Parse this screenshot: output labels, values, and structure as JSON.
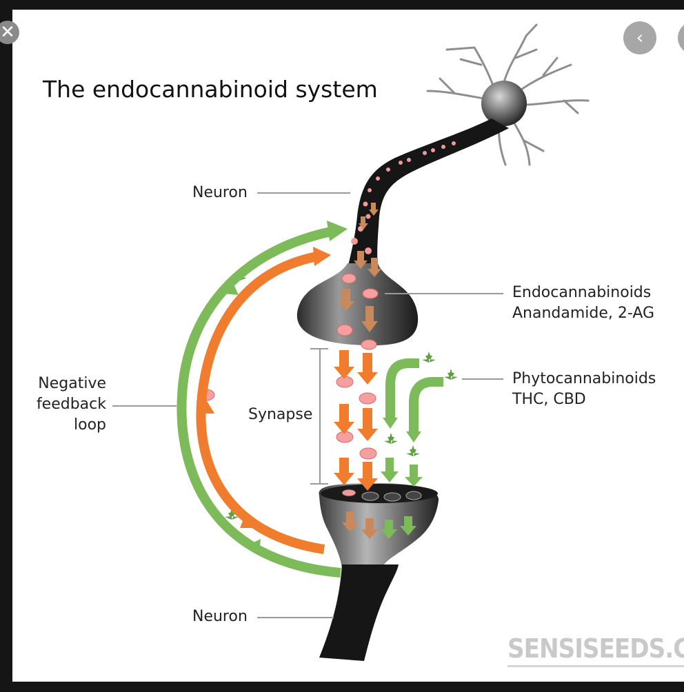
{
  "viewer": {
    "close_icon": "close-icon",
    "close_glyph": "✕",
    "back_icon": "chevron-left-icon",
    "back_glyph": "‹"
  },
  "diagram": {
    "title": "The endocannabinoid system",
    "labels": {
      "neuron_top": "Neuron",
      "neuron_bottom": "Neuron",
      "endocannabinoids_line1": "Endocannabinoids",
      "endocannabinoids_line2": "Anandamide, 2-AG",
      "phytocannabinoids_line1": "Phytocannabinoids",
      "phytocannabinoids_line2": "THC, CBD",
      "synapse": "Synapse",
      "feedback_line1": "Negative",
      "feedback_line2": "feedback",
      "feedback_line3": "loop"
    },
    "watermark": "SENSISEEDS.COM",
    "colors": {
      "orange": "#ef7d2d",
      "green": "#7dbb5a",
      "brown": "#c9895a",
      "pink": "#f29a9a",
      "neuron_dark": "#1a1a1a",
      "soma_gray": "#6d6d6d"
    }
  }
}
